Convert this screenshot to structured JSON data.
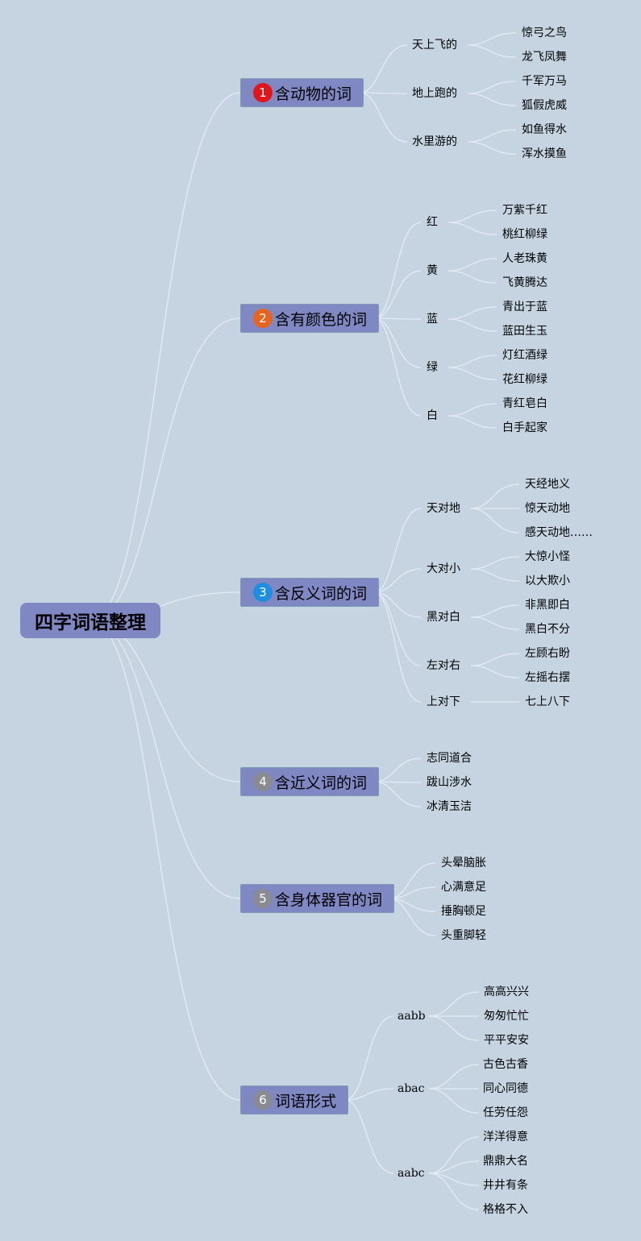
{
  "root": "四字词语整理",
  "colors": {
    "background": "#c6d4e2",
    "node": "#8088c4",
    "line": "#e4ebf3"
  },
  "branches": [
    {
      "number": "1",
      "marker_color": "#e0161b",
      "title": "含动物的词",
      "groups": [
        {
          "label": "天上飞的",
          "items": [
            "惊弓之鸟",
            "龙飞凤舞"
          ]
        },
        {
          "label": "地上跑的",
          "items": [
            "千军万马",
            "狐假虎威"
          ]
        },
        {
          "label": "水里游的",
          "items": [
            "如鱼得水",
            "浑水摸鱼"
          ]
        }
      ]
    },
    {
      "number": "2",
      "marker_color": "#e8641e",
      "title": "含有颜色的词",
      "groups": [
        {
          "label": "红",
          "items": [
            "万紫千红",
            "桃红柳绿"
          ]
        },
        {
          "label": "黄",
          "items": [
            "人老珠黄",
            "飞黄腾达"
          ]
        },
        {
          "label": "蓝",
          "items": [
            "青出于蓝",
            "蓝田生玉"
          ]
        },
        {
          "label": "绿",
          "items": [
            "灯红酒绿",
            "花红柳绿"
          ]
        },
        {
          "label": "白",
          "items": [
            "青红皂白",
            "白手起家"
          ]
        }
      ]
    },
    {
      "number": "3",
      "marker_color": "#1e8ee0",
      "title": "含反义词的词",
      "groups": [
        {
          "label": "天对地",
          "items": [
            "天经地义",
            "惊天动地",
            "感天动地……"
          ]
        },
        {
          "label": "大对小",
          "items": [
            "大惊小怪",
            "以大欺小"
          ]
        },
        {
          "label": "黑对白",
          "items": [
            "非黑即白",
            "黑白不分"
          ]
        },
        {
          "label": "左对右",
          "items": [
            "左顾右盼",
            "左摇右摆"
          ]
        },
        {
          "label": "上对下",
          "items": [
            "七上八下"
          ]
        }
      ]
    },
    {
      "number": "4",
      "marker_color": "#8a8a92",
      "title": "含近义词的词",
      "items": [
        "志同道合",
        "跋山涉水",
        "冰清玉洁"
      ]
    },
    {
      "number": "5",
      "marker_color": "#8a8a92",
      "title": "含身体器官的词",
      "items": [
        "头晕脑胀",
        "心满意足",
        "捶胸顿足",
        "头重脚轻"
      ]
    },
    {
      "number": "6",
      "marker_color": "#8a8a92",
      "title": "词语形式",
      "groups": [
        {
          "label": "aabb",
          "items": [
            "高高兴兴",
            "匆匆忙忙",
            "平平安安"
          ]
        },
        {
          "label": "abac",
          "items": [
            "古色古香",
            "同心同德",
            "任劳任怨"
          ]
        },
        {
          "label": "aabc",
          "items": [
            "洋洋得意",
            "鼎鼎大名",
            "井井有条",
            "格格不入"
          ]
        }
      ]
    }
  ]
}
